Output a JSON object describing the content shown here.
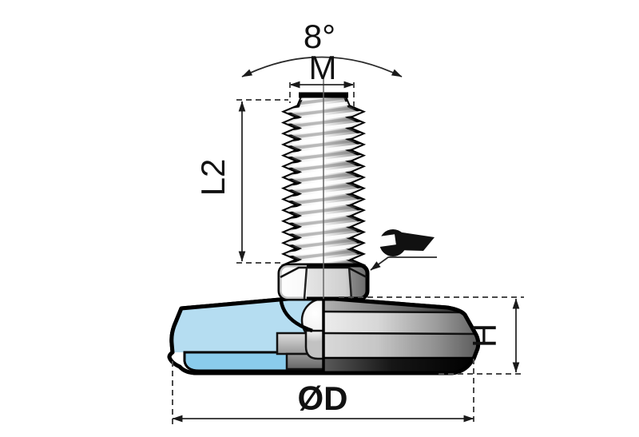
{
  "drawing": {
    "labels": {
      "tilt_angle": "8°",
      "thread_size": "M",
      "thread_length": "L2",
      "base_height": "H",
      "base_diameter": "ØD"
    },
    "icons": {
      "wrench": "open-end-wrench-icon",
      "arrowheads": "filled-triangle-arrow"
    },
    "colors": {
      "outline": "#000000",
      "dimension_lines": "#2a2a2a",
      "plastic_section": "#b5ddf1",
      "pad_section": "#8accec",
      "metal_light": "#f0f0f0",
      "metal_dark": "#5f5f5f",
      "rubber_pad": "#0d0d0d"
    }
  }
}
